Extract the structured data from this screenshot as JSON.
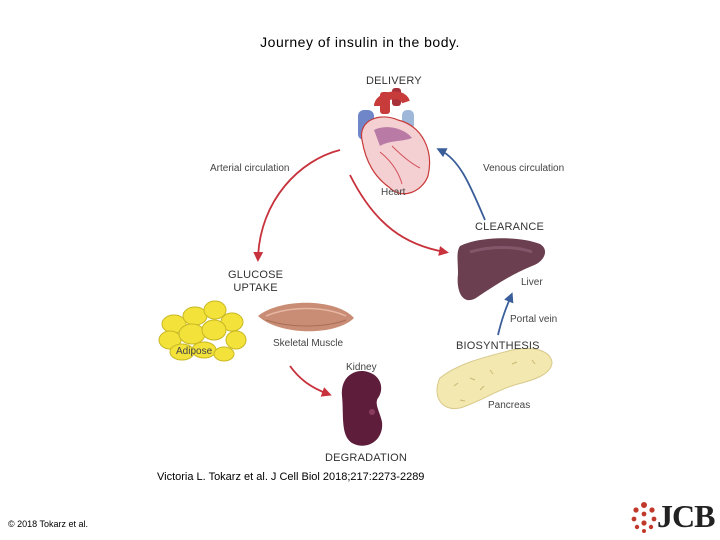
{
  "title": "Journey of insulin in the body.",
  "diagram": {
    "stages": {
      "delivery": "DELIVERY",
      "clearance": "CLEARANCE",
      "glucose_uptake_line1": "GLUCOSE",
      "glucose_uptake_line2": "UPTAKE",
      "biosynthesis": "BIOSYNTHESIS",
      "degradation": "DEGRADATION"
    },
    "labels": {
      "arterial": "Arterial circulation",
      "venous": "Venous circulation",
      "heart": "Heart",
      "liver": "Liver",
      "portal_vein": "Portal vein",
      "adipose": "Adipose",
      "skeletal_muscle": "Skeletal Muscle",
      "kidney": "Kidney",
      "pancreas": "Pancreas"
    },
    "colors": {
      "red_arrow": "#c8323c",
      "blue_arrow": "#3a5e9a",
      "heart": "#c73b3a",
      "liver": "#6b3f4f",
      "kidney": "#5e1e3b",
      "adipose": "#f2e23a",
      "pancreas": "#f3e8b0",
      "muscle": "#c98c74"
    }
  },
  "citation": "Victoria L. Tokarz et al. J Cell Biol 2018;217:2273-2289",
  "copyright": "© 2018 Tokarz et al.",
  "logo": {
    "text": "JCB",
    "accent": "#c0392b"
  }
}
